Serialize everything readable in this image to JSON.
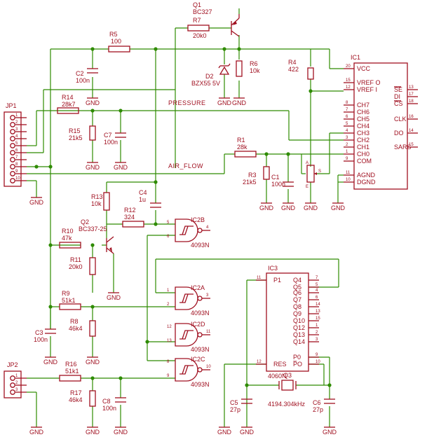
{
  "components": {
    "Q1": {
      "ref": "Q1",
      "val": "BC327"
    },
    "R7": {
      "ref": "R7",
      "val": "20k0"
    },
    "R5": {
      "ref": "R5",
      "val": "100"
    },
    "C2": {
      "ref": "C2",
      "val": "100n"
    },
    "D2": {
      "ref": "D2",
      "val": "BZX55 5V"
    },
    "R6": {
      "ref": "R6",
      "val": "10k"
    },
    "R4": {
      "ref": "R4",
      "val": "422"
    },
    "IC1": {
      "ref": "IC1"
    },
    "R14": {
      "ref": "R14",
      "val": "28k7"
    },
    "R15": {
      "ref": "R15",
      "val": "21k5"
    },
    "C7": {
      "ref": "C7",
      "val": "100n"
    },
    "R1": {
      "ref": "R1",
      "val": "28k"
    },
    "R3": {
      "ref": "R3",
      "val": "21k5"
    },
    "C1": {
      "ref": "C1",
      "val": "100n"
    },
    "JP1": {
      "ref": "JP1"
    },
    "R13": {
      "ref": "R13",
      "val": "10k"
    },
    "C4": {
      "ref": "C4",
      "val": "1u"
    },
    "R12": {
      "ref": "R12",
      "val": "324"
    },
    "Q2": {
      "ref": "Q2",
      "val": "BC337-25"
    },
    "R10": {
      "ref": "R10",
      "val": "47k"
    },
    "R11": {
      "ref": "R11",
      "val": "20k0"
    },
    "IC2B": {
      "ref": "IC2B",
      "val": "4093N"
    },
    "IC2A": {
      "ref": "IC2A",
      "val": "4093N"
    },
    "IC2D": {
      "ref": "IC2D",
      "val": "4093N"
    },
    "IC2C": {
      "ref": "IC2C",
      "val": "4093N"
    },
    "R9": {
      "ref": "R9",
      "val": "51k1"
    },
    "R8": {
      "ref": "R8",
      "val": "46k4"
    },
    "C3": {
      "ref": "C3",
      "val": "100n"
    },
    "IC3": {
      "ref": "IC3",
      "val": "4060N"
    },
    "JP2": {
      "ref": "JP2"
    },
    "R16": {
      "ref": "R16",
      "val": "51k1"
    },
    "R17": {
      "ref": "R17",
      "val": "46k4"
    },
    "C8": {
      "ref": "C8",
      "val": "100n"
    },
    "Q3": {
      "ref": "Q3",
      "val": "4194.304kHz"
    },
    "C5": {
      "ref": "C5",
      "val": "27p"
    },
    "C6": {
      "ref": "C6",
      "val": "27p"
    }
  },
  "nets": {
    "pressure": "PRESSURE",
    "air_flow": "AIR_FLOW",
    "gnd": "GND"
  },
  "ic1_pins_left": [
    "VCC",
    "VREF O",
    "VREF I",
    "CH7",
    "CH6",
    "CH5",
    "CH4",
    "CH3",
    "CH2",
    "CH1",
    "CH0",
    "COM",
    "AGND",
    "DGND"
  ],
  "ic1_pins_right": [
    "SE",
    "DI",
    "CS",
    "CLK",
    "DO",
    "SARS"
  ],
  "ic3_pins_left": [
    "P1",
    "RES"
  ],
  "ic3_pins_right": [
    "Q4",
    "Q5",
    "Q6",
    "Q7",
    "Q8",
    "Q9",
    "Q10",
    "Q12",
    "Q13",
    "Q14",
    "P0",
    "P̅O"
  ],
  "jp_pins": [
    "1",
    "2",
    "3",
    "4",
    "5",
    "6",
    "7",
    "8",
    "9",
    "10"
  ],
  "jp2_pins": [
    "1",
    "2",
    "3"
  ],
  "pot_labels": {
    "a": "A",
    "e": "E",
    "s": "S"
  }
}
